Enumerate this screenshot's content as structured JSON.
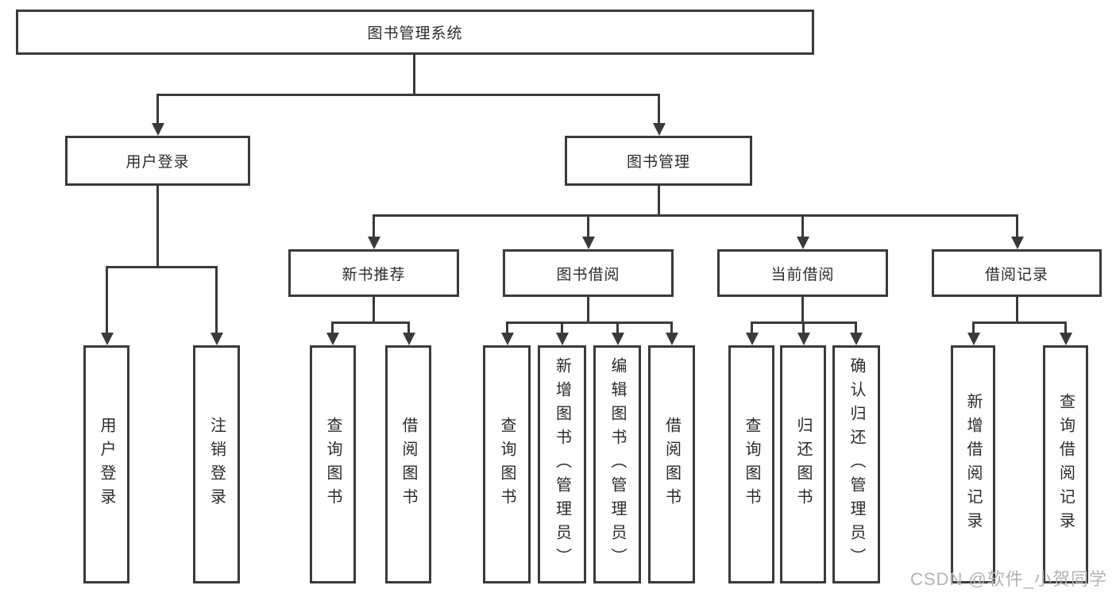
{
  "diagram_title": "图书管理系统",
  "tree": {
    "root": {
      "label": "图书管理系统"
    },
    "children": [
      {
        "label": "用户登录",
        "children": [
          {
            "label": "用户登录"
          },
          {
            "label": "注销登录"
          }
        ]
      },
      {
        "label": "图书管理",
        "children": [
          {
            "label": "新书推荐",
            "children": [
              {
                "label": "查询图书"
              },
              {
                "label": "借阅图书"
              }
            ]
          },
          {
            "label": "图书借阅",
            "children": [
              {
                "label": "查询图书"
              },
              {
                "label": "新增图书（管理员）"
              },
              {
                "label": "编辑图书（管理员）"
              },
              {
                "label": "借阅图书"
              }
            ]
          },
          {
            "label": "当前借阅",
            "children": [
              {
                "label": "查询图书"
              },
              {
                "label": "归还图书"
              },
              {
                "label": "确认归还（管理员）"
              }
            ]
          },
          {
            "label": "借阅记录",
            "children": [
              {
                "label": "新增借阅记录"
              },
              {
                "label": "查询借阅记录"
              }
            ]
          }
        ]
      }
    ]
  },
  "watermark": {
    "text": "CSDN @软件_小贺同学"
  },
  "colors": {
    "background": "#ffffff",
    "line": "#3a3a3a",
    "box_border": "#3a3a3a",
    "text": "#2b2b2b",
    "watermark": "#b3b3b3"
  }
}
